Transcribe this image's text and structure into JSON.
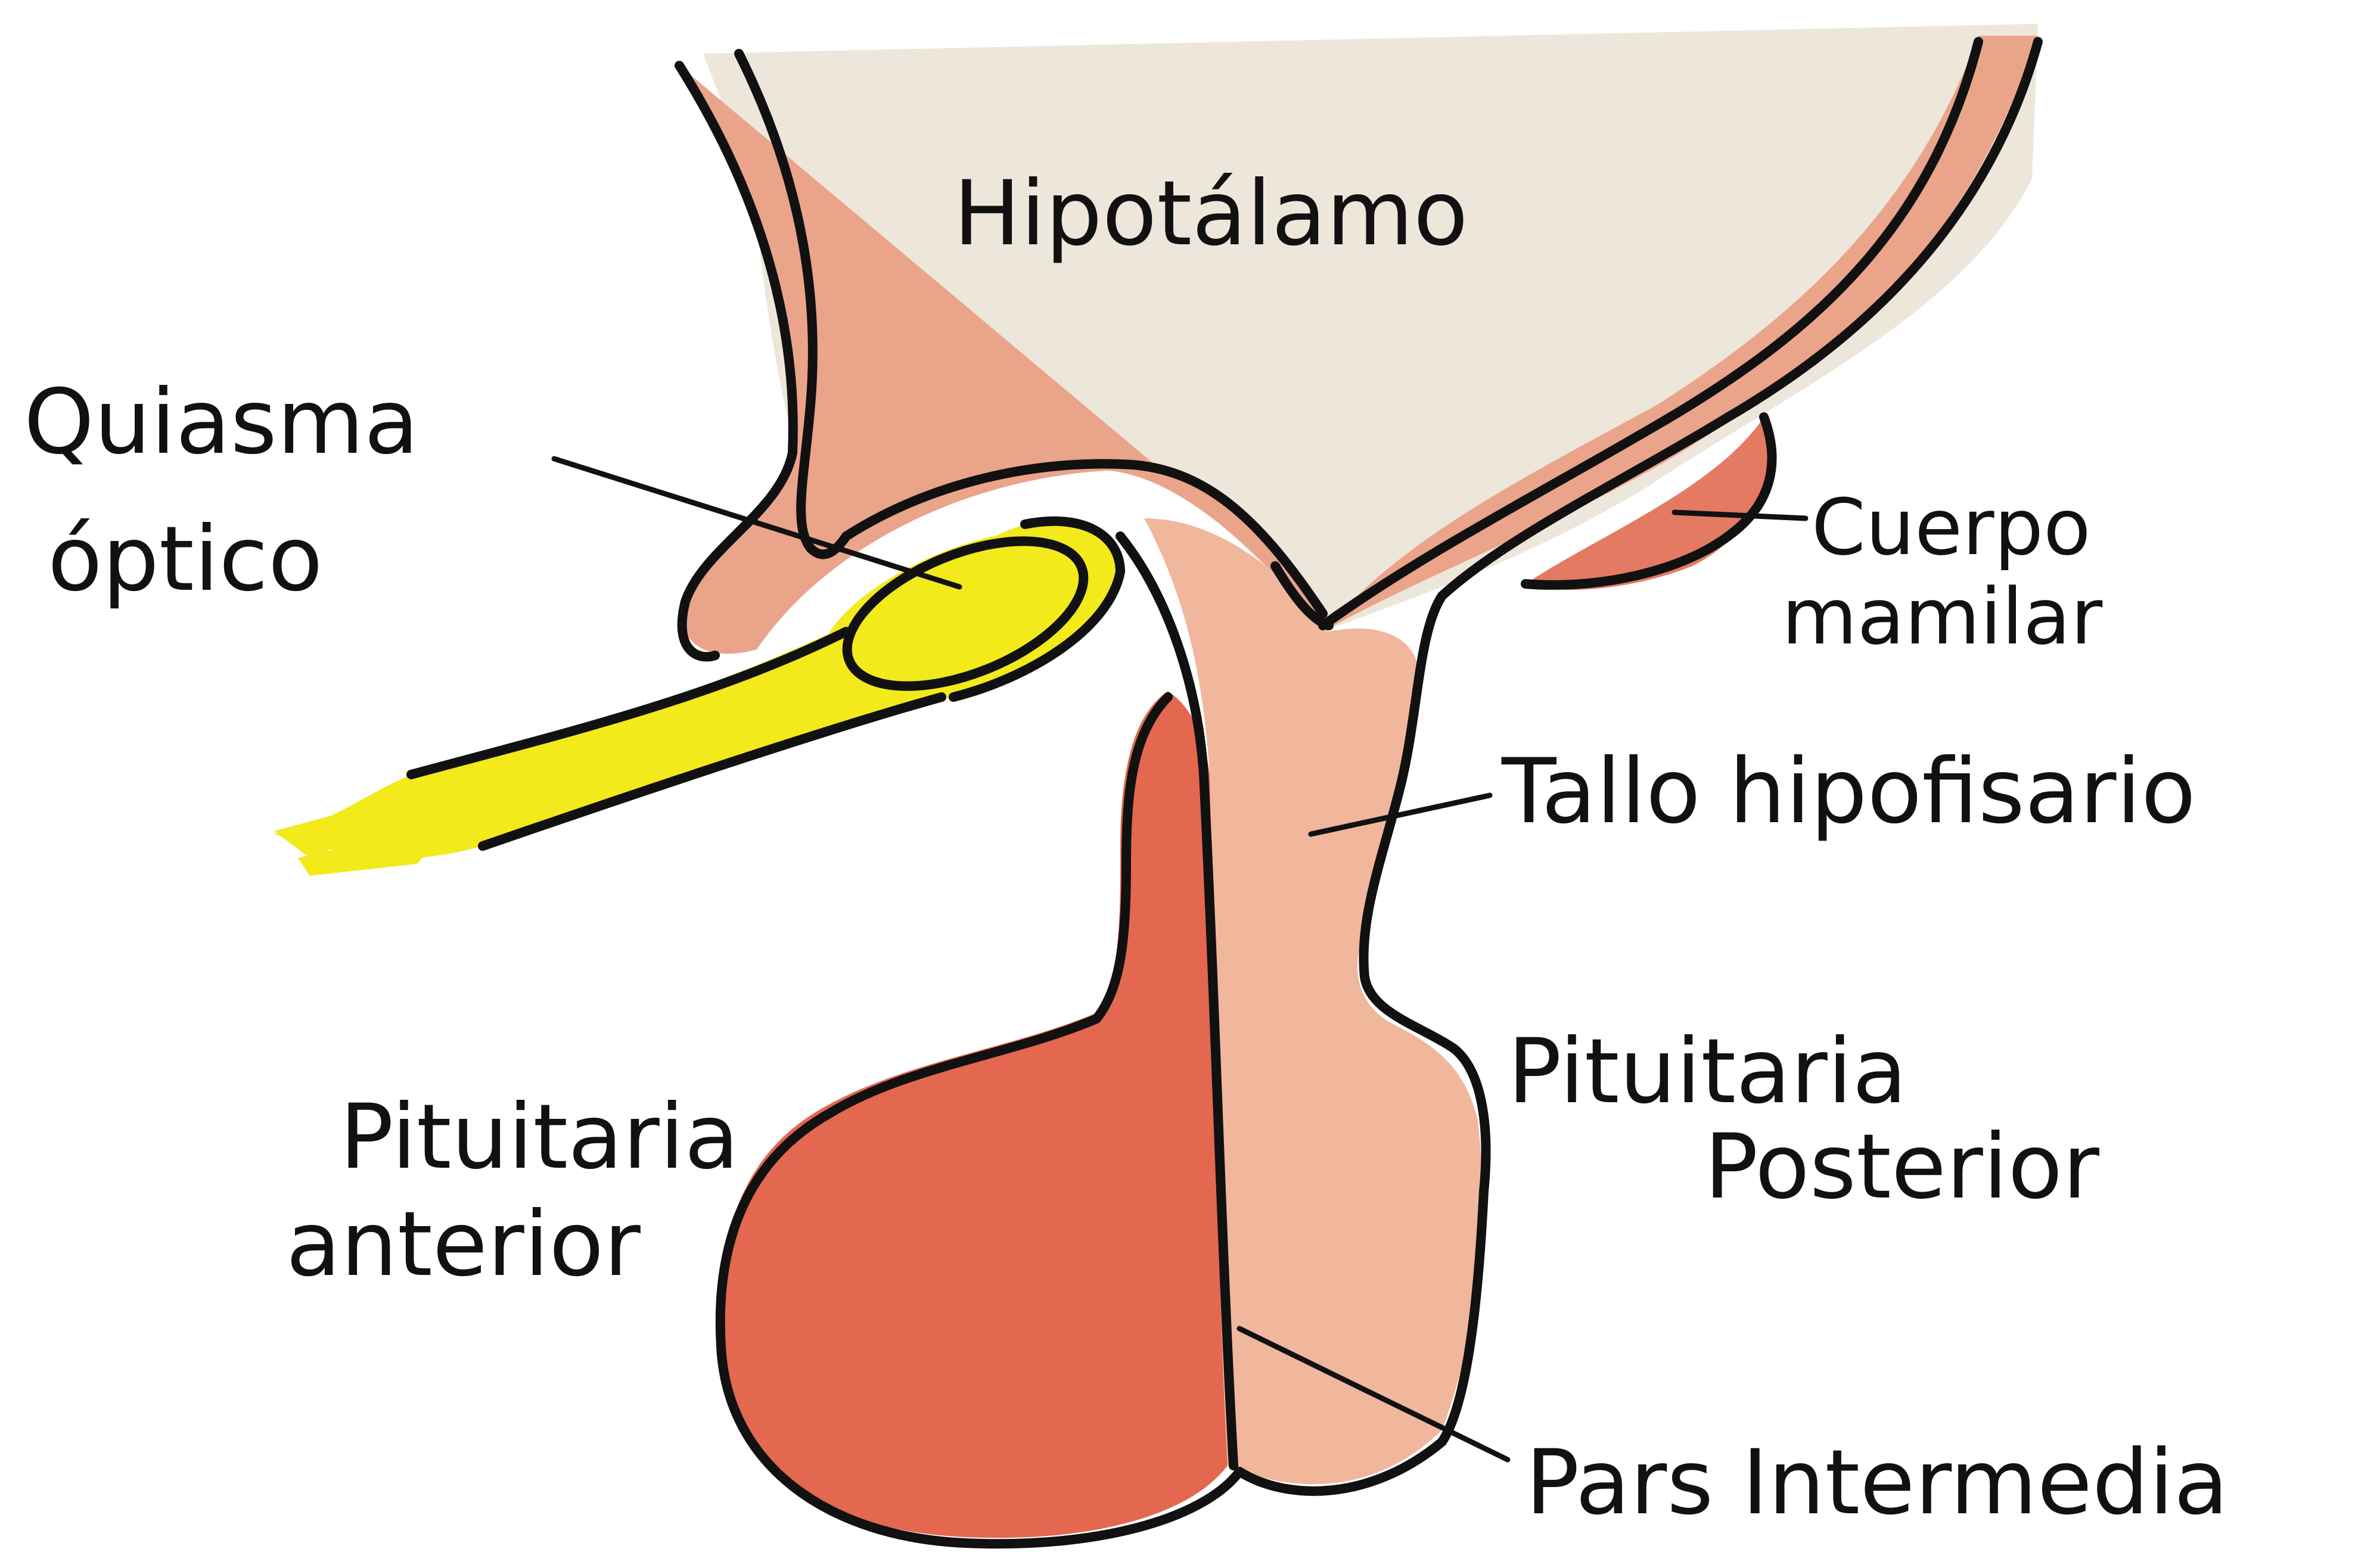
{
  "diagram": {
    "labels": {
      "hypothalamus": "Hipotálamo",
      "chiasm_line1": "Quiasma",
      "chiasm_line2": "óptico",
      "mammillary_line1": "Cuerpo",
      "mammillary_line2": "mamilar",
      "stalk": "Tallo hipofisario",
      "posterior_line1": "Pituitaria",
      "posterior_line2": "Posterior",
      "anterior_line1": "Pituitaria",
      "anterior_line2": "anterior",
      "intermedia": "Pars Intermedia"
    },
    "colors": {
      "hypothalamus": "#ede6da",
      "tissue": "#eaa48a",
      "tissue_light": "#f0b79d",
      "anterior": "#e4674f",
      "mammillary": "#e47a62",
      "optic": "#f2ea1a",
      "ink": "#111111"
    }
  }
}
